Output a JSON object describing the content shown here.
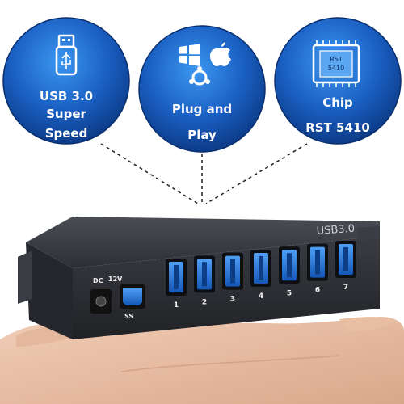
{
  "features": [
    {
      "lines": [
        "USB 3.0",
        "Super",
        "Speed"
      ],
      "icon": "usb-stick-icon"
    },
    {
      "lines": [
        "Plug and",
        "Play"
      ],
      "icon": "os-logos-icon"
    },
    {
      "lines": [
        "Chip",
        "RST 5410"
      ],
      "icon": "chip-icon",
      "chip_text": [
        "RST",
        "5410"
      ]
    }
  ],
  "device": {
    "top_label": "USB3.0",
    "dc_label": "DC",
    "voltage_label": "12V",
    "ss_label": "SS",
    "ports": [
      "1",
      "2",
      "3",
      "4",
      "5",
      "6",
      "7"
    ]
  },
  "colors": {
    "bubble_dark": "#0b3e8f",
    "bubble_light": "#2d86e8",
    "port_blue": "#1f73d9",
    "hub_body": "#2e3036"
  }
}
